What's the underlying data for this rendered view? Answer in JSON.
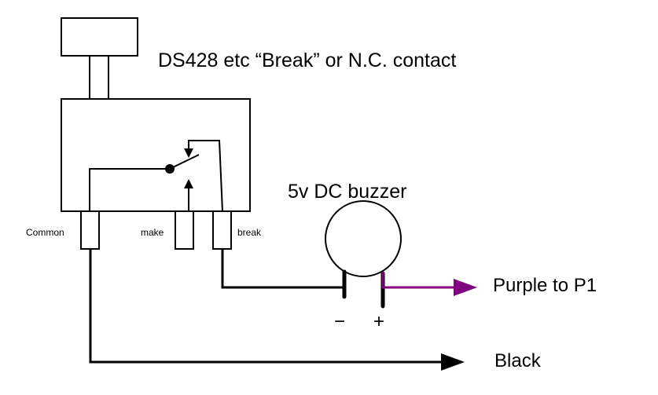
{
  "title": "DS428 etc  “Break” or N.C. contact",
  "switch": {
    "terminals": {
      "common": "Common",
      "make": "make",
      "break": "break"
    }
  },
  "buzzer": {
    "label": "5v DC buzzer",
    "minus": "−",
    "plus": "+"
  },
  "outputs": {
    "purple": {
      "label": "Purple to P1",
      "color": "#800080"
    },
    "black": {
      "label": "Black",
      "color": "#000000"
    }
  }
}
